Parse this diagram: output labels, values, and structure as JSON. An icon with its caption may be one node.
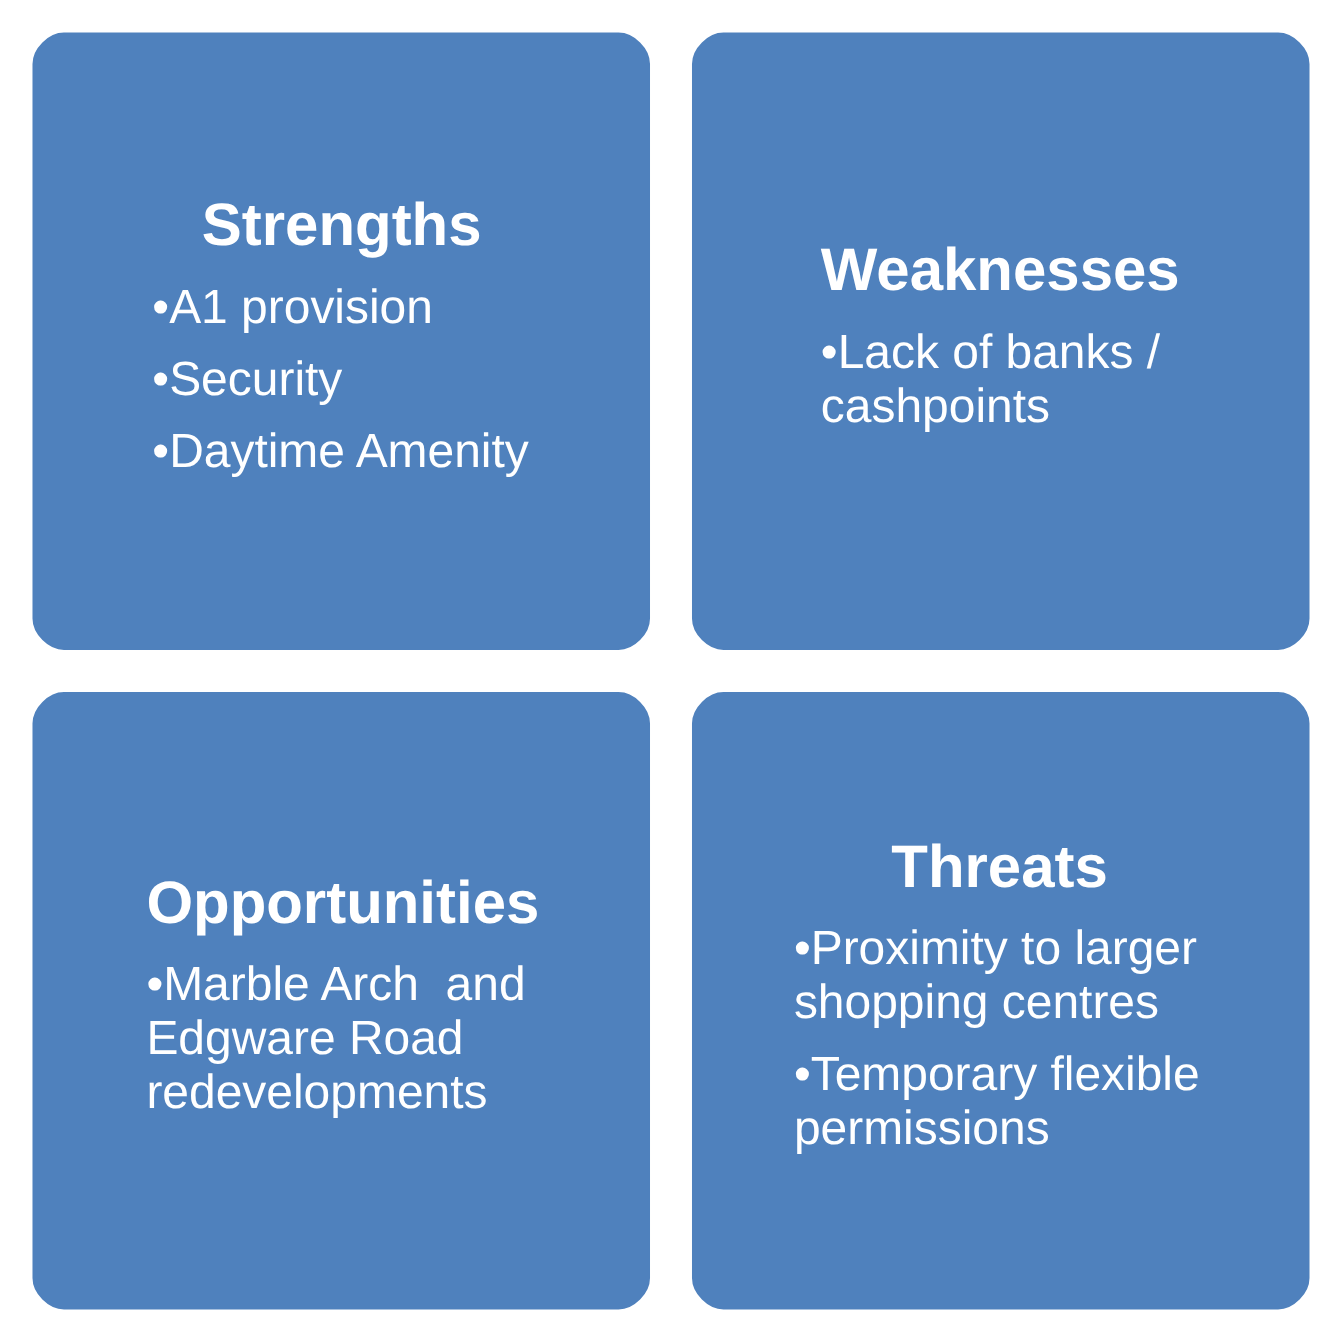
{
  "diagram": {
    "nodes": [
      {
        "text": [
          "Strengths",
          "•A1 provision",
          "•Security",
          "•Daytime Amenity"
        ]
      },
      {
        "text": [
          "Weaknesses",
          "•Lack of banks / cashpoints"
        ]
      },
      {
        "text": [
          "Opportunities",
          "•Marble Arch  and Edgware Road redevelopments"
        ]
      },
      {
        "text": [
          "Threats",
          "•Proximity to larger shopping centres",
          "•Temporary flexible permissions"
        ]
      }
    ]
  }
}
